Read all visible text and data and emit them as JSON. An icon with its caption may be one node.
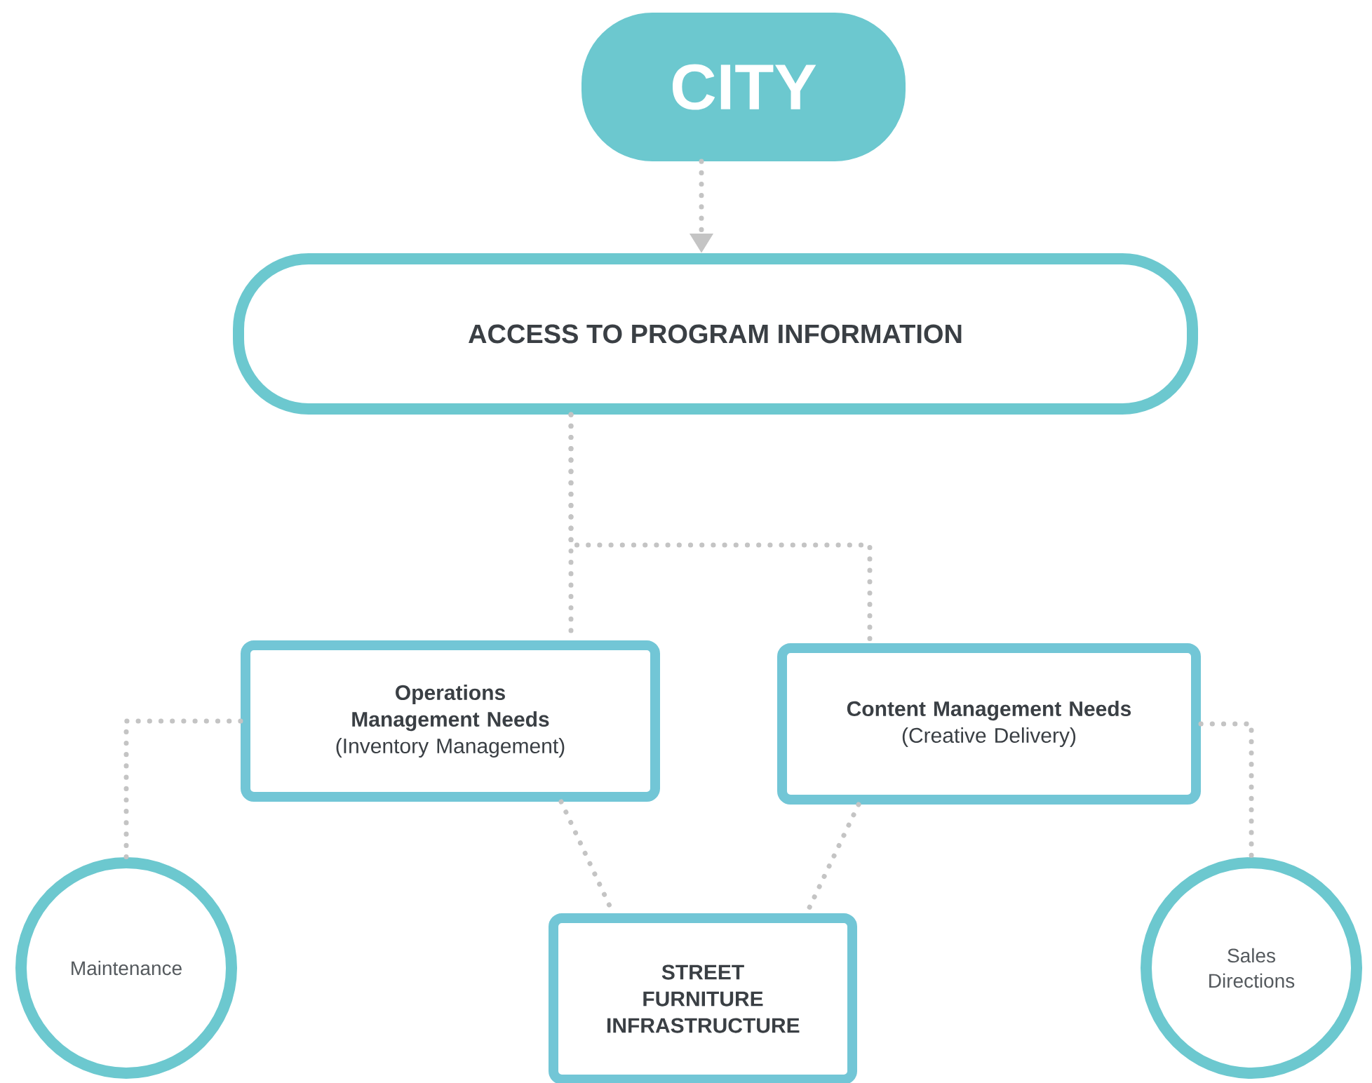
{
  "diagram": {
    "nodes": [
      {
        "text": [
          "CITY"
        ]
      },
      {
        "text": [
          "ACCESS TO PROGRAM INFORMATION"
        ]
      },
      {
        "text": [
          "Operations Management Needs",
          "(Inventory Management)"
        ]
      },
      {
        "text": [
          "Content Management Needs",
          "(Creative Delivery)"
        ]
      },
      {
        "text": [
          "Maintenance"
        ]
      },
      {
        "text": [
          "STREET FURNITURE INFRASTRUCTURE"
        ]
      },
      {
        "text": [
          "Sales Directions"
        ]
      }
    ],
    "edges": [
      {
        "from": 0,
        "to": 1,
        "arrow": "to"
      },
      {
        "from": 1,
        "to": 2,
        "arrow": "none"
      },
      {
        "from": 1,
        "to": 3,
        "arrow": "none"
      },
      {
        "from": 2,
        "to": 4,
        "arrow": "none"
      },
      {
        "from": 3,
        "to": 6,
        "arrow": "none"
      },
      {
        "from": 2,
        "to": 5,
        "arrow": "none"
      },
      {
        "from": 3,
        "to": 5,
        "arrow": "none"
      }
    ]
  }
}
